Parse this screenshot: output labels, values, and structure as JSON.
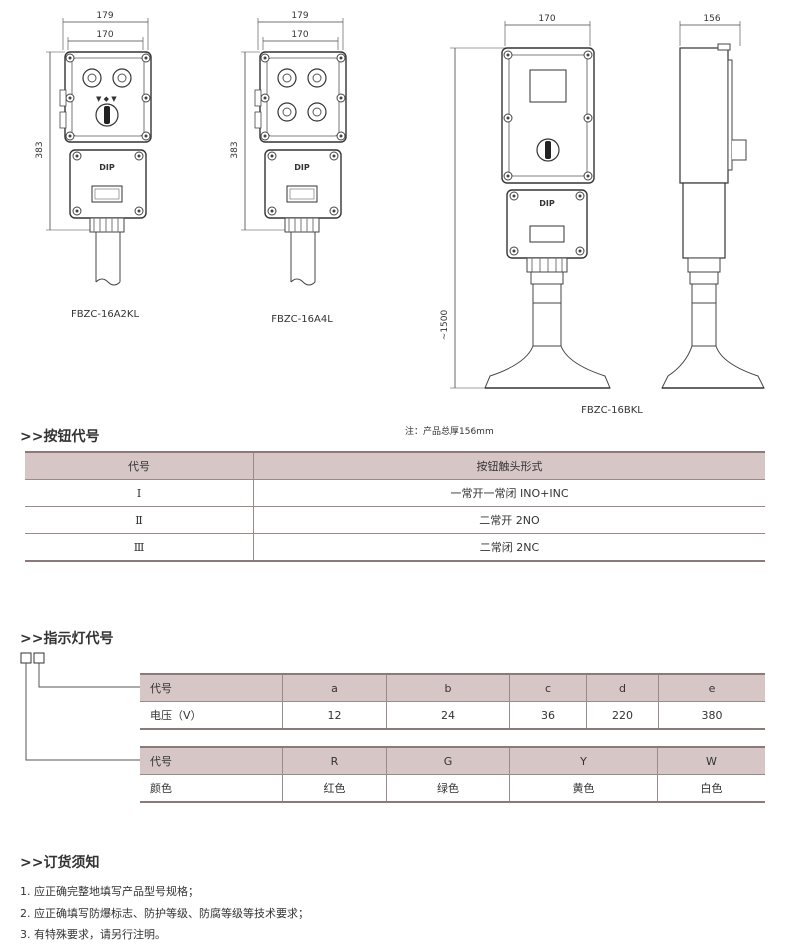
{
  "drawings": {
    "model1": {
      "label": "FBZC-16A2KL",
      "dim_w_outer": "179",
      "dim_w_inner": "170",
      "dim_h": "383",
      "badge": "DIP"
    },
    "model2": {
      "label": "FBZC-16A4L",
      "dim_w_outer": "179",
      "dim_w_inner": "170",
      "dim_h": "383",
      "badge": "DIP"
    },
    "model3": {
      "label": "FBZC-16BKL",
      "dim_w": "170",
      "dim_h": "~1500",
      "badge": "DIP"
    },
    "side_view": {
      "dim_w": "156"
    },
    "note": "注：产品总厚156mm"
  },
  "button_section": {
    "title": ">>按钮代号",
    "headers": [
      "代号",
      "按钮触头形式"
    ],
    "rows": [
      {
        "code": "Ⅰ",
        "form": "一常开一常闭    INO+INC"
      },
      {
        "code": "Ⅱ",
        "form": "二常开   2NO"
      },
      {
        "code": "Ⅲ",
        "form": "二常闭   2NC"
      }
    ]
  },
  "indicator_section": {
    "title": ">>指示灯代号",
    "voltage_table": {
      "header_label": "代号",
      "codes": [
        "a",
        "b",
        "c",
        "d",
        "e"
      ],
      "row_label": "电压（V）",
      "values": [
        "12",
        "24",
        "36",
        "220",
        "380"
      ]
    },
    "color_table": {
      "header_label": "代号",
      "codes": [
        "R",
        "G",
        "Y",
        "W"
      ],
      "row_label": "颜色",
      "values": [
        "红色",
        "绿色",
        "黄色",
        "白色"
      ]
    }
  },
  "order_section": {
    "title": ">>订货须知",
    "items": [
      "1. 应正确完整地填写产品型号规格；",
      "2. 应正确填写防爆标志、防护等级、防腐等级等技术要求；",
      "3. 有特殊要求，请另行注明。"
    ]
  },
  "colors": {
    "header_bg": "#d7c6c6",
    "line": "#9a8a8a"
  }
}
